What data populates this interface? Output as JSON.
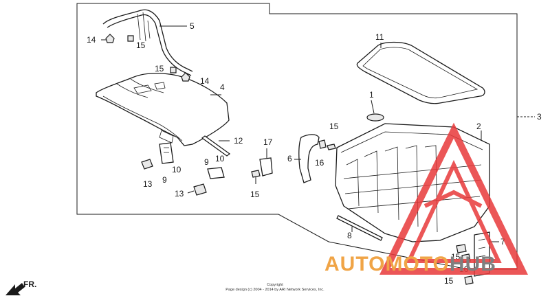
{
  "callouts": [
    {
      "id": "c1",
      "text": "1"
    },
    {
      "id": "c2",
      "text": "2"
    },
    {
      "id": "c3",
      "text": "3"
    },
    {
      "id": "c4",
      "text": "4"
    },
    {
      "id": "c5",
      "text": "5"
    },
    {
      "id": "c6",
      "text": "6"
    },
    {
      "id": "c7",
      "text": "7"
    },
    {
      "id": "c8",
      "text": "8"
    },
    {
      "id": "c9a",
      "text": "9"
    },
    {
      "id": "c9b",
      "text": "9"
    },
    {
      "id": "c10a",
      "text": "10"
    },
    {
      "id": "c10b",
      "text": "10"
    },
    {
      "id": "c11",
      "text": "11"
    },
    {
      "id": "c12",
      "text": "12"
    },
    {
      "id": "c13a",
      "text": "13"
    },
    {
      "id": "c13b",
      "text": "13"
    },
    {
      "id": "c14a",
      "text": "14"
    },
    {
      "id": "c14b",
      "text": "14"
    },
    {
      "id": "c15a",
      "text": "15"
    },
    {
      "id": "c15b",
      "text": "15"
    },
    {
      "id": "c15c",
      "text": "15"
    },
    {
      "id": "c15d",
      "text": "15"
    },
    {
      "id": "c15e",
      "text": "15"
    },
    {
      "id": "c15f",
      "text": "15"
    },
    {
      "id": "c16a",
      "text": "16"
    },
    {
      "id": "c16b",
      "text": "16"
    },
    {
      "id": "c17",
      "text": "17"
    }
  ],
  "direction_label": "FR.",
  "copyright": {
    "line1": "Copyright",
    "line2": "Page design (c) 2004 - 2014 by ARI Network Services, Inc."
  },
  "watermark": {
    "part1": "AUTO",
    "part2": "MOTO",
    "part3": "HUB",
    "color_orange": "#f0a446",
    "color_gray": "#7f7f7f",
    "color_red": "#e8393a"
  }
}
